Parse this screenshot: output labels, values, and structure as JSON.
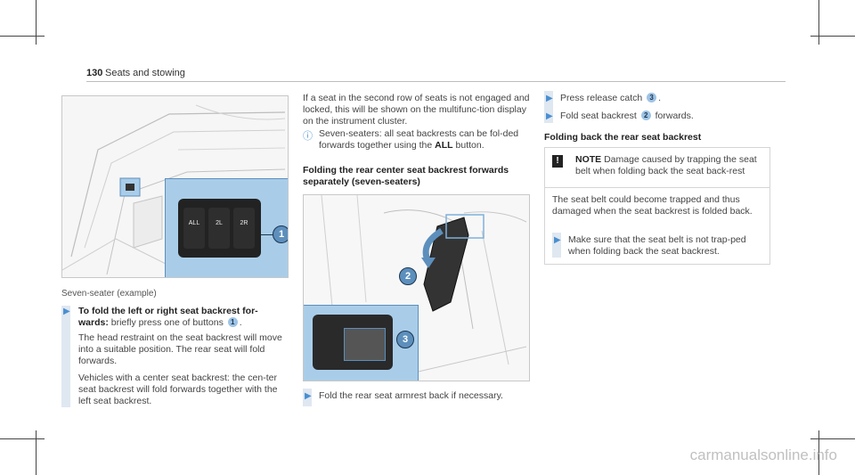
{
  "header": {
    "page_number": "130",
    "section_title": "Seats and stowing"
  },
  "figure1": {
    "caption": "Seven-seater (example)",
    "callout": "1",
    "buttons": [
      "ALL",
      "2L",
      "2R"
    ]
  },
  "left_col": {
    "step_bold": "To fold the left or right seat backrest for-wards:",
    "step_text_a": " briefly press one of buttons ",
    "step_badge": "1",
    "step_text_b": ".",
    "p1": "The head restraint on the seat backrest will move into a suitable position. The rear seat will fold forwards.",
    "p2": "Vehicles with a center seat backrest: the cen-ter seat backrest will fold forwards together with the left seat backrest."
  },
  "middle_col": {
    "p1": "If a seat in the second row of seats is not engaged and locked, this will be shown on the multifunc-tion display on the instrument cluster.",
    "info_text_a": "Seven-seaters: all seat backrests can be fol-ded forwards together using the ",
    "info_bold": "ALL",
    "info_text_b": " button.",
    "heading": "Folding the rear center seat backrest forwards separately (seven-seaters)",
    "figure2_callouts": [
      "2",
      "3"
    ],
    "step": "Fold the rear seat armrest back if necessary."
  },
  "right_col": {
    "step1_a": "Press release catch ",
    "step1_badge": "3",
    "step1_b": ".",
    "step2_a": "Fold seat backrest ",
    "step2_badge": "2",
    "step2_b": " forwards.",
    "heading": "Folding back the rear seat backrest",
    "note_label": "NOTE",
    "note_title": "Damage caused by trapping the seat belt when folding back the seat back-rest",
    "note_text": "The seat belt could become trapped and thus damaged when the seat backrest is folded back.",
    "note_step": "Make sure that the seat belt is not trap-ped when folding back the seat backrest."
  },
  "watermark": "carmanualsonline.info",
  "colors": {
    "accent": "#4a8fd0",
    "highlight_box": "#a9cde9",
    "bar": "#dfe7f1"
  }
}
